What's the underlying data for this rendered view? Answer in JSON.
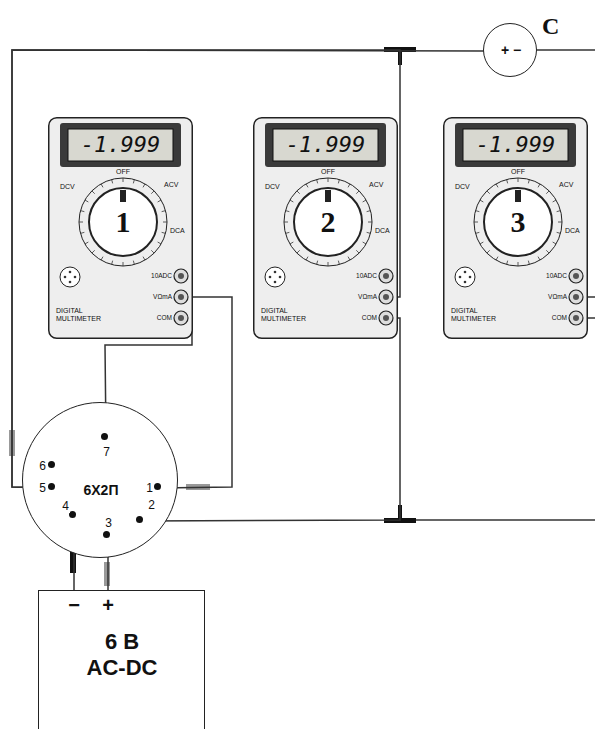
{
  "diagram": {
    "nodes": [
      {
        "text": [
          "C",
          "+ −"
        ]
      },
      {
        "text": [
          "-1.999",
          "1",
          "OFF",
          "DCV",
          "ACV",
          "DCA",
          "10ADC",
          "VΩmA",
          "COM",
          "DIGITAL MULTIMETER"
        ]
      },
      {
        "text": [
          "-1.999",
          "2",
          "OFF",
          "DCV",
          "ACV",
          "DCA",
          "10ADC",
          "VΩmA",
          "COM",
          "DIGITAL MULTIMETER"
        ]
      },
      {
        "text": [
          "-1.999",
          "3",
          "OFF",
          "DCV",
          "ACV",
          "DCA",
          "10ADC",
          "VΩmA",
          "COM",
          "DIGITAL MULTIMETER"
        ]
      },
      {
        "text": [
          "6X2П",
          "7",
          "6",
          "5",
          "1",
          "4",
          "3",
          "2"
        ]
      },
      {
        "text": [
          "−",
          "+",
          "6 В AC-DC"
        ]
      }
    ],
    "edges": [
      {
        "from": 1,
        "to": 4,
        "arrow": "none"
      },
      {
        "from": 1,
        "to": 4,
        "arrow": "none"
      },
      {
        "from": 4,
        "to": 0,
        "arrow": "none"
      },
      {
        "from": 4,
        "to": 2,
        "arrow": "none"
      },
      {
        "from": 4,
        "to": 2,
        "arrow": "none"
      },
      {
        "from": 5,
        "to": 4,
        "arrow": "none"
      },
      {
        "from": 5,
        "to": 4,
        "arrow": "none"
      }
    ]
  }
}
